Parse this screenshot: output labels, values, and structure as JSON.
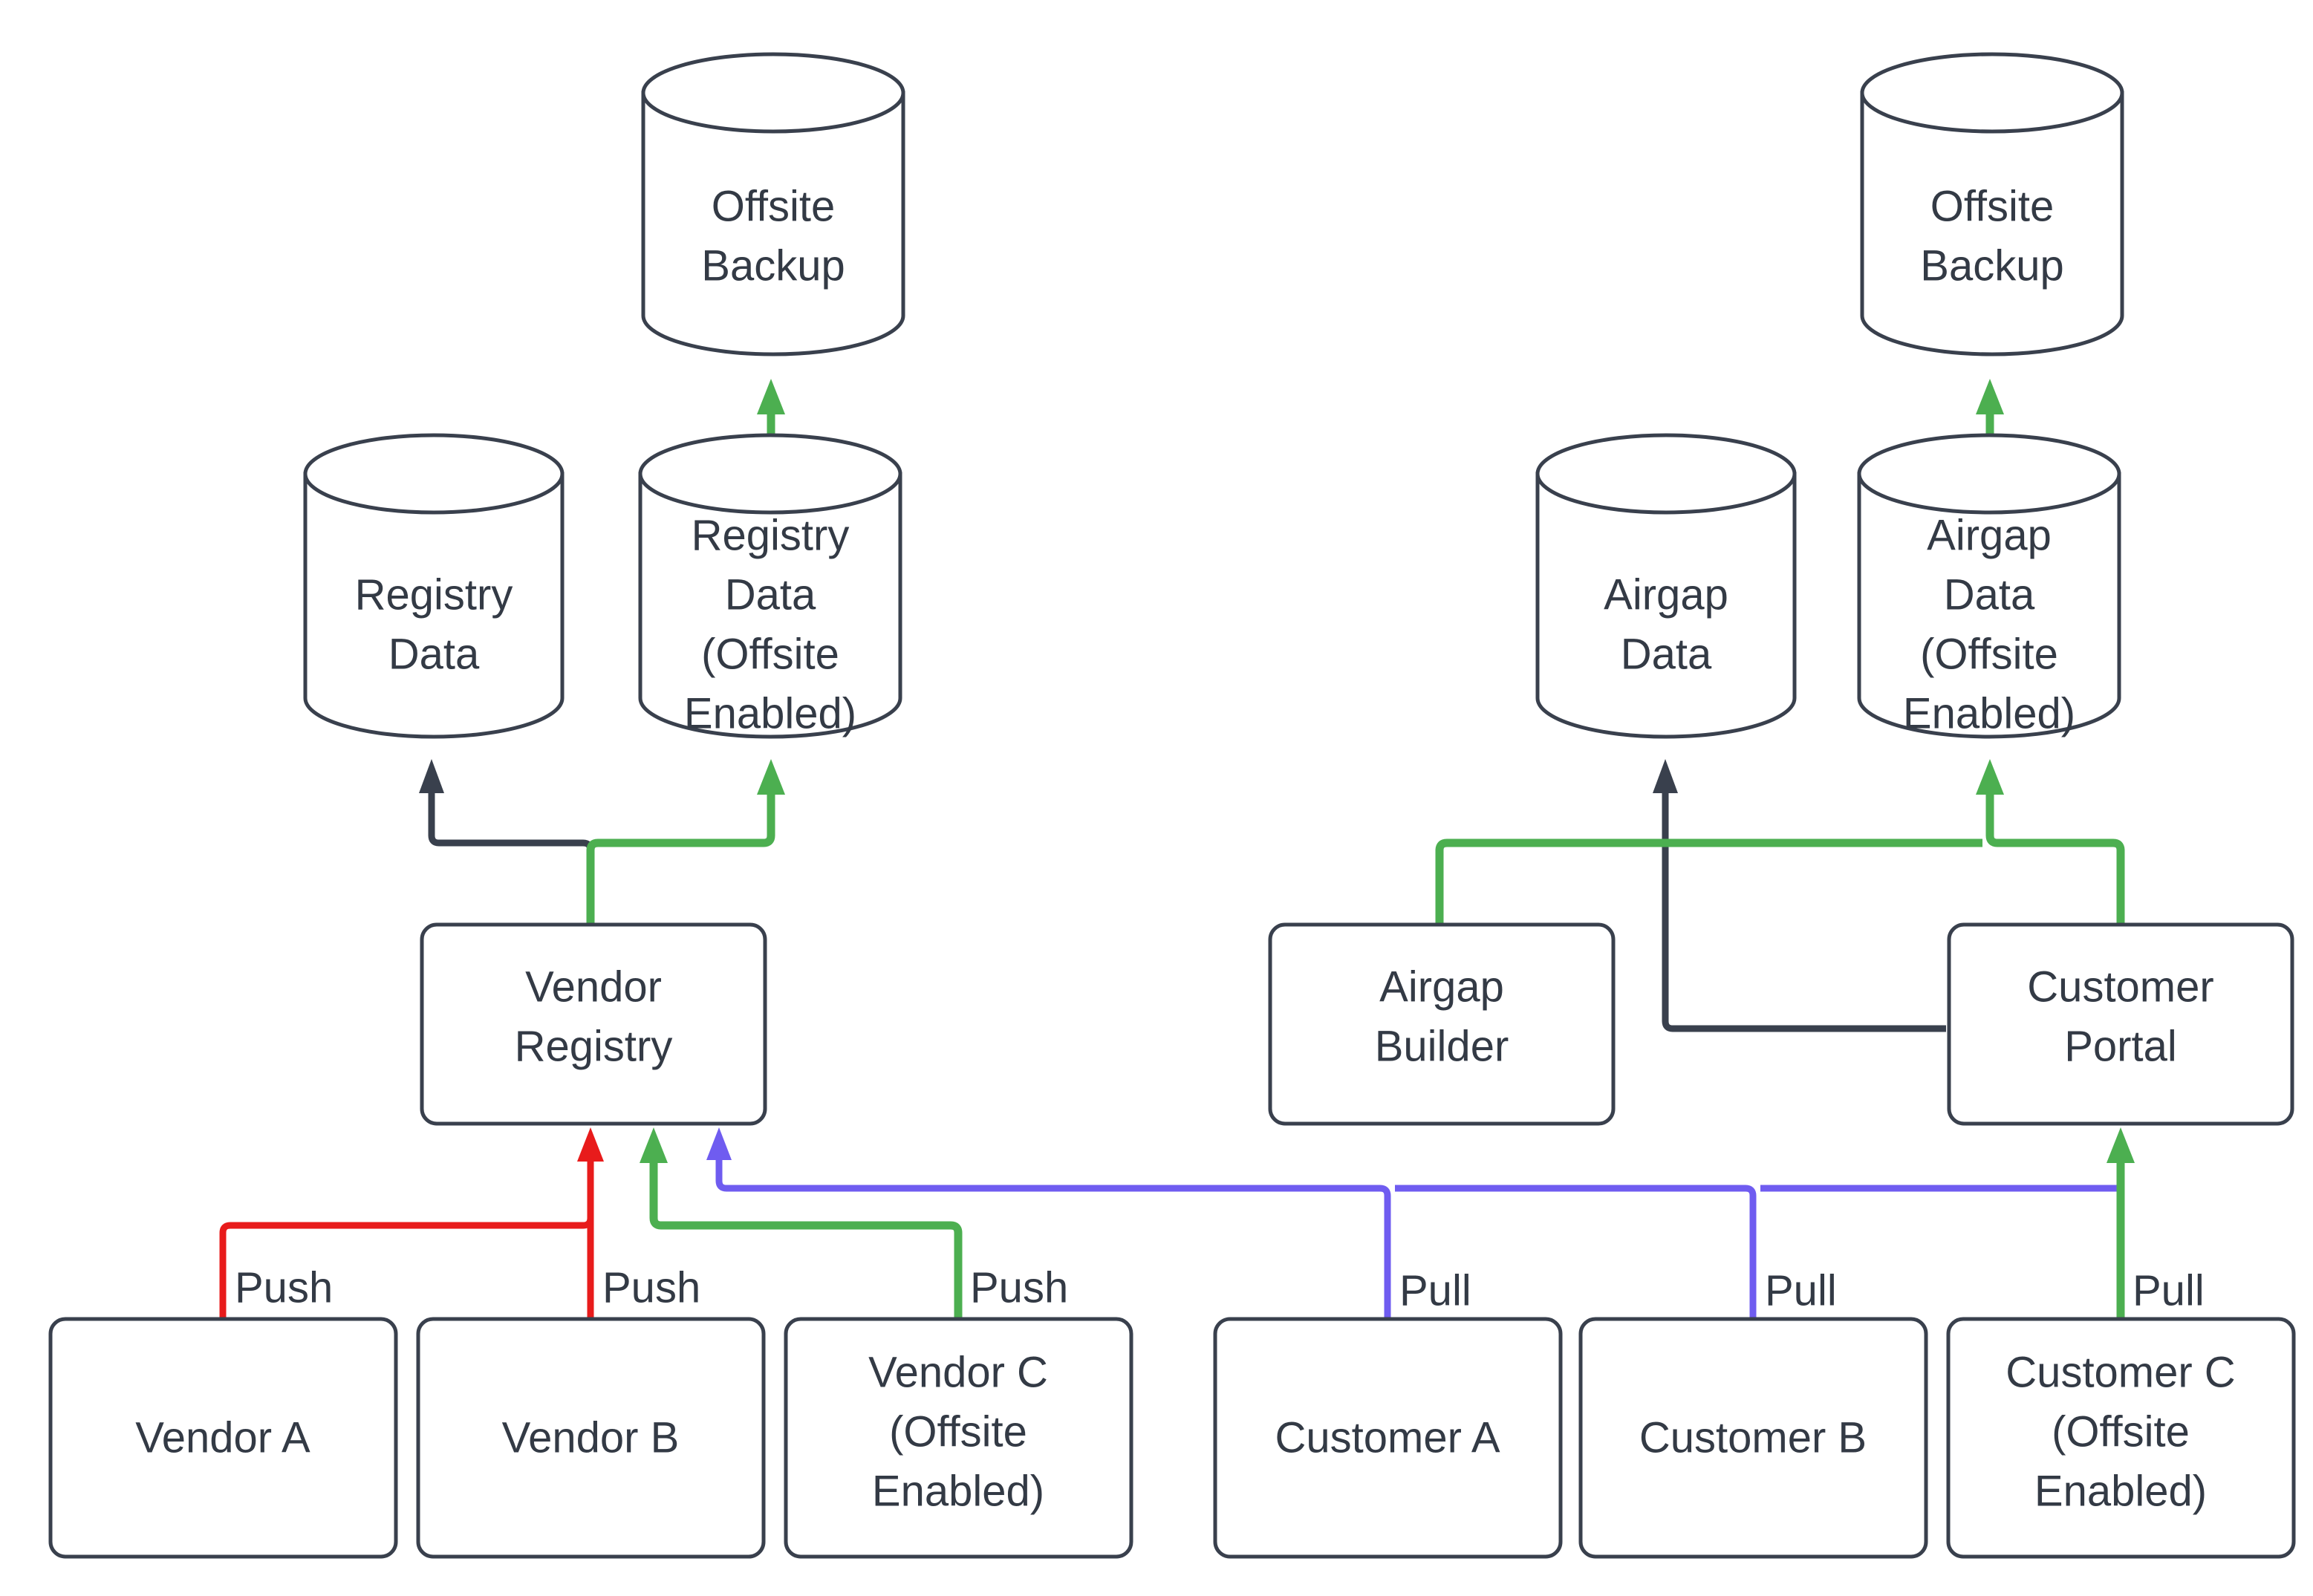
{
  "diagram": {
    "title": "Vendor Registry and Airgap Offsite Backup Data Flow",
    "background_color": "#ffffff",
    "colors": {
      "node_stroke": "#39404d",
      "node_fill": "#ffffff",
      "text": "#333a45",
      "edge_dark": "#39404d",
      "edge_green": "#4caf50",
      "edge_red": "#e81b1b",
      "edge_purple": "#6f5cf0"
    },
    "nodes": {
      "offsite_backup_left": {
        "label": "Offsite\nBackup",
        "line1": "Offsite",
        "line2": "Backup",
        "shape": "cylinder"
      },
      "offsite_backup_right": {
        "label": "Offsite\nBackup",
        "line1": "Offsite",
        "line2": "Backup",
        "shape": "cylinder"
      },
      "registry_data": {
        "line1": "Registry",
        "line2": "Data",
        "shape": "cylinder"
      },
      "registry_data_offsite": {
        "line1": "Registry",
        "line2": "Data",
        "line3": "(Offsite",
        "line4": "Enabled)",
        "shape": "cylinder"
      },
      "airgap_data": {
        "line1": "Airgap",
        "line2": "Data",
        "shape": "cylinder"
      },
      "airgap_data_offsite": {
        "line1": "Airgap",
        "line2": "Data",
        "line3": "(Offsite",
        "line4": "Enabled)",
        "shape": "cylinder"
      },
      "vendor_registry": {
        "line1": "Vendor",
        "line2": "Registry",
        "shape": "rect"
      },
      "airgap_builder": {
        "line1": "Airgap",
        "line2": "Builder",
        "shape": "rect"
      },
      "customer_portal": {
        "line1": "Customer",
        "line2": "Portal",
        "shape": "rect"
      },
      "vendor_a": {
        "line1": "Vendor A",
        "shape": "rect"
      },
      "vendor_b": {
        "line1": "Vendor B",
        "shape": "rect"
      },
      "vendor_c": {
        "line1": "Vendor C",
        "line2": "(Offsite",
        "line3": "Enabled)",
        "shape": "rect"
      },
      "customer_a": {
        "line1": "Customer A",
        "shape": "rect"
      },
      "customer_b": {
        "line1": "Customer B",
        "shape": "rect"
      },
      "customer_c": {
        "line1": "Customer C",
        "line2": "(Offsite",
        "line3": "Enabled)",
        "shape": "rect"
      }
    },
    "edge_labels": {
      "push_a": "Push",
      "push_b": "Push",
      "push_c": "Push",
      "pull_a": "Pull",
      "pull_b": "Pull",
      "pull_c": "Pull"
    },
    "edges": [
      {
        "from": "registry_data_offsite",
        "to": "offsite_backup_left",
        "color": "#4caf50",
        "label": ""
      },
      {
        "from": "vendor_registry",
        "to": "registry_data",
        "color": "#39404d",
        "label": ""
      },
      {
        "from": "vendor_registry",
        "to": "registry_data_offsite",
        "color": "#4caf50",
        "label": ""
      },
      {
        "from": "vendor_a",
        "to": "vendor_registry",
        "color": "#e81b1b",
        "label": "Push"
      },
      {
        "from": "vendor_b",
        "to": "vendor_registry",
        "color": "#e81b1b",
        "label": "Push"
      },
      {
        "from": "vendor_c",
        "to": "vendor_registry",
        "color": "#4caf50",
        "label": "Push"
      },
      {
        "from": "airgap_data_offsite",
        "to": "offsite_backup_right",
        "color": "#4caf50",
        "label": ""
      },
      {
        "from": "customer_portal",
        "to": "airgap_data",
        "color": "#39404d",
        "label": ""
      },
      {
        "from": "airgap_builder",
        "to": "airgap_data_offsite",
        "color": "#4caf50",
        "label": ""
      },
      {
        "from": "customer_portal",
        "to": "airgap_data_offsite",
        "color": "#4caf50",
        "label": ""
      },
      {
        "from": "customer_a",
        "to": "vendor_registry",
        "color": "#6f5cf0",
        "label": "Pull"
      },
      {
        "from": "customer_b",
        "to": "vendor_registry",
        "color": "#6f5cf0",
        "label": "Pull"
      },
      {
        "from": "customer_c",
        "to": "customer_portal",
        "color": "#4caf50",
        "label": "Pull"
      }
    ]
  }
}
